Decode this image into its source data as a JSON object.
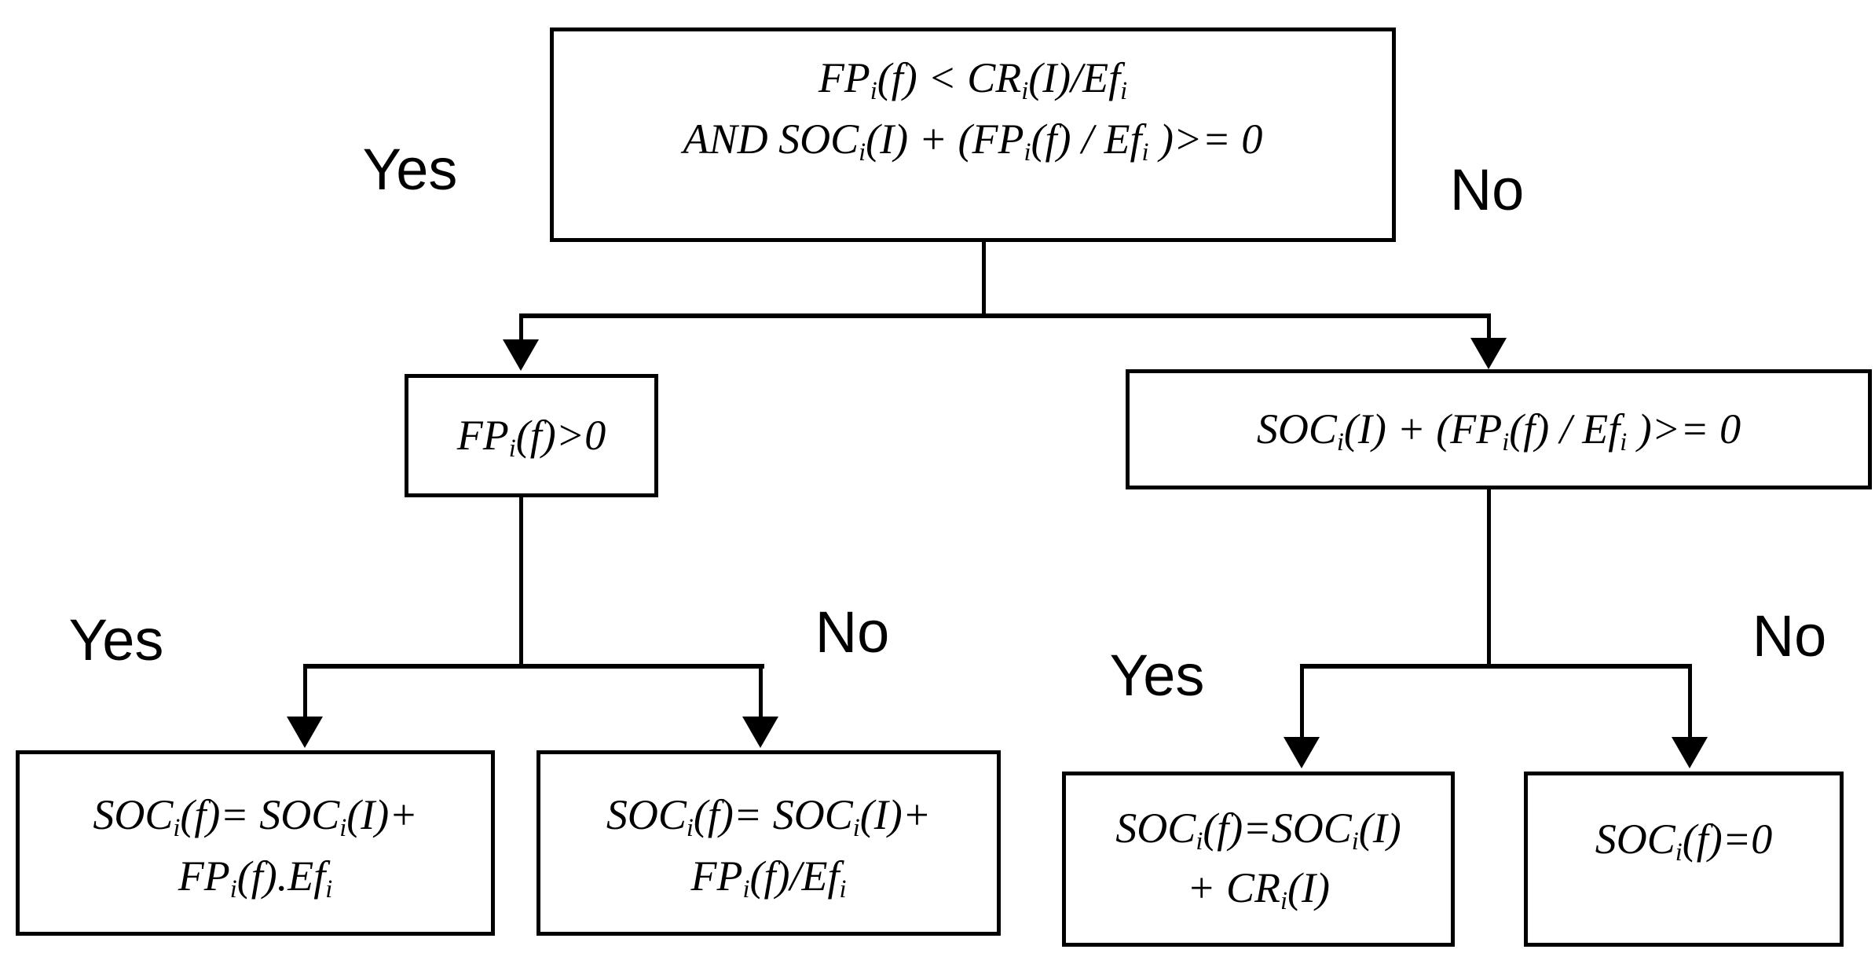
{
  "diagram": {
    "colors": {
      "background": "#ffffff",
      "line": "#000000",
      "text": "#000000"
    },
    "labels": {
      "root_yes": "Yes",
      "root_no": "No",
      "left_yes": "Yes",
      "left_no": "No",
      "right_yes": "Yes",
      "right_no": "No"
    },
    "nodes": {
      "root": {
        "text": "FPi(f) < CRi(I)/Efi AND SOCi(I) + (FPi(f) / Efi )>= 0",
        "lines": [
          [
            {
              "t": "FP"
            },
            {
              "s": "i"
            },
            {
              "t": "(f) < CR"
            },
            {
              "s": "i"
            },
            {
              "t": "(I)/Ef"
            },
            {
              "s": "i"
            }
          ],
          [
            {
              "t": "AND SOC"
            },
            {
              "s": "i"
            },
            {
              "t": "(I) + (FP"
            },
            {
              "s": "i"
            },
            {
              "t": "(f) / Ef"
            },
            {
              "s": "i"
            },
            {
              "t": " )>= 0"
            }
          ]
        ]
      },
      "cond_left": {
        "text": "FPi(f)>0",
        "lines": [
          [
            {
              "t": "FP"
            },
            {
              "s": "i"
            },
            {
              "t": "(f)>0"
            }
          ]
        ]
      },
      "cond_right": {
        "text": "SOCi(I) + (FPi(f) / Efi )>= 0",
        "lines": [
          [
            {
              "t": "SOC"
            },
            {
              "s": "i"
            },
            {
              "t": "(I) + (FP"
            },
            {
              "s": "i"
            },
            {
              "t": "(f) / Ef"
            },
            {
              "s": "i"
            },
            {
              "t": " )>= 0"
            }
          ]
        ]
      },
      "result_multiply": {
        "text": "SOCi(f)= SOCi(I)+ FPi(f).Efi",
        "lines": [
          [
            {
              "t": "SOC"
            },
            {
              "s": "i"
            },
            {
              "t": "(f)= SOC"
            },
            {
              "s": "i"
            },
            {
              "t": "(I)+"
            }
          ],
          [
            {
              "t": "FP"
            },
            {
              "s": "i"
            },
            {
              "t": "(f).Ef"
            },
            {
              "s": "i"
            }
          ]
        ]
      },
      "result_divide": {
        "text": "SOCi(f)= SOCi(I)+ FPi(f)/Efi",
        "lines": [
          [
            {
              "t": "SOC"
            },
            {
              "s": "i"
            },
            {
              "t": "(f)= SOC"
            },
            {
              "s": "i"
            },
            {
              "t": "(I)+"
            }
          ],
          [
            {
              "t": "FP"
            },
            {
              "s": "i"
            },
            {
              "t": "(f)/Ef"
            },
            {
              "s": "i"
            }
          ]
        ]
      },
      "result_add_cr": {
        "text": "SOCi(f)=SOCi(I) + CRi(I)",
        "lines": [
          [
            {
              "t": "SOC"
            },
            {
              "s": "i"
            },
            {
              "t": "(f)=SOC"
            },
            {
              "s": "i"
            },
            {
              "t": "(I)"
            }
          ],
          [
            {
              "t": "+ CR"
            },
            {
              "s": "i"
            },
            {
              "t": "(I)"
            }
          ]
        ]
      },
      "result_zero": {
        "text": "SOCi(f)=0",
        "lines": [
          [
            {
              "t": "SOC"
            },
            {
              "s": "i"
            },
            {
              "t": "(f)=0"
            }
          ]
        ]
      }
    }
  }
}
